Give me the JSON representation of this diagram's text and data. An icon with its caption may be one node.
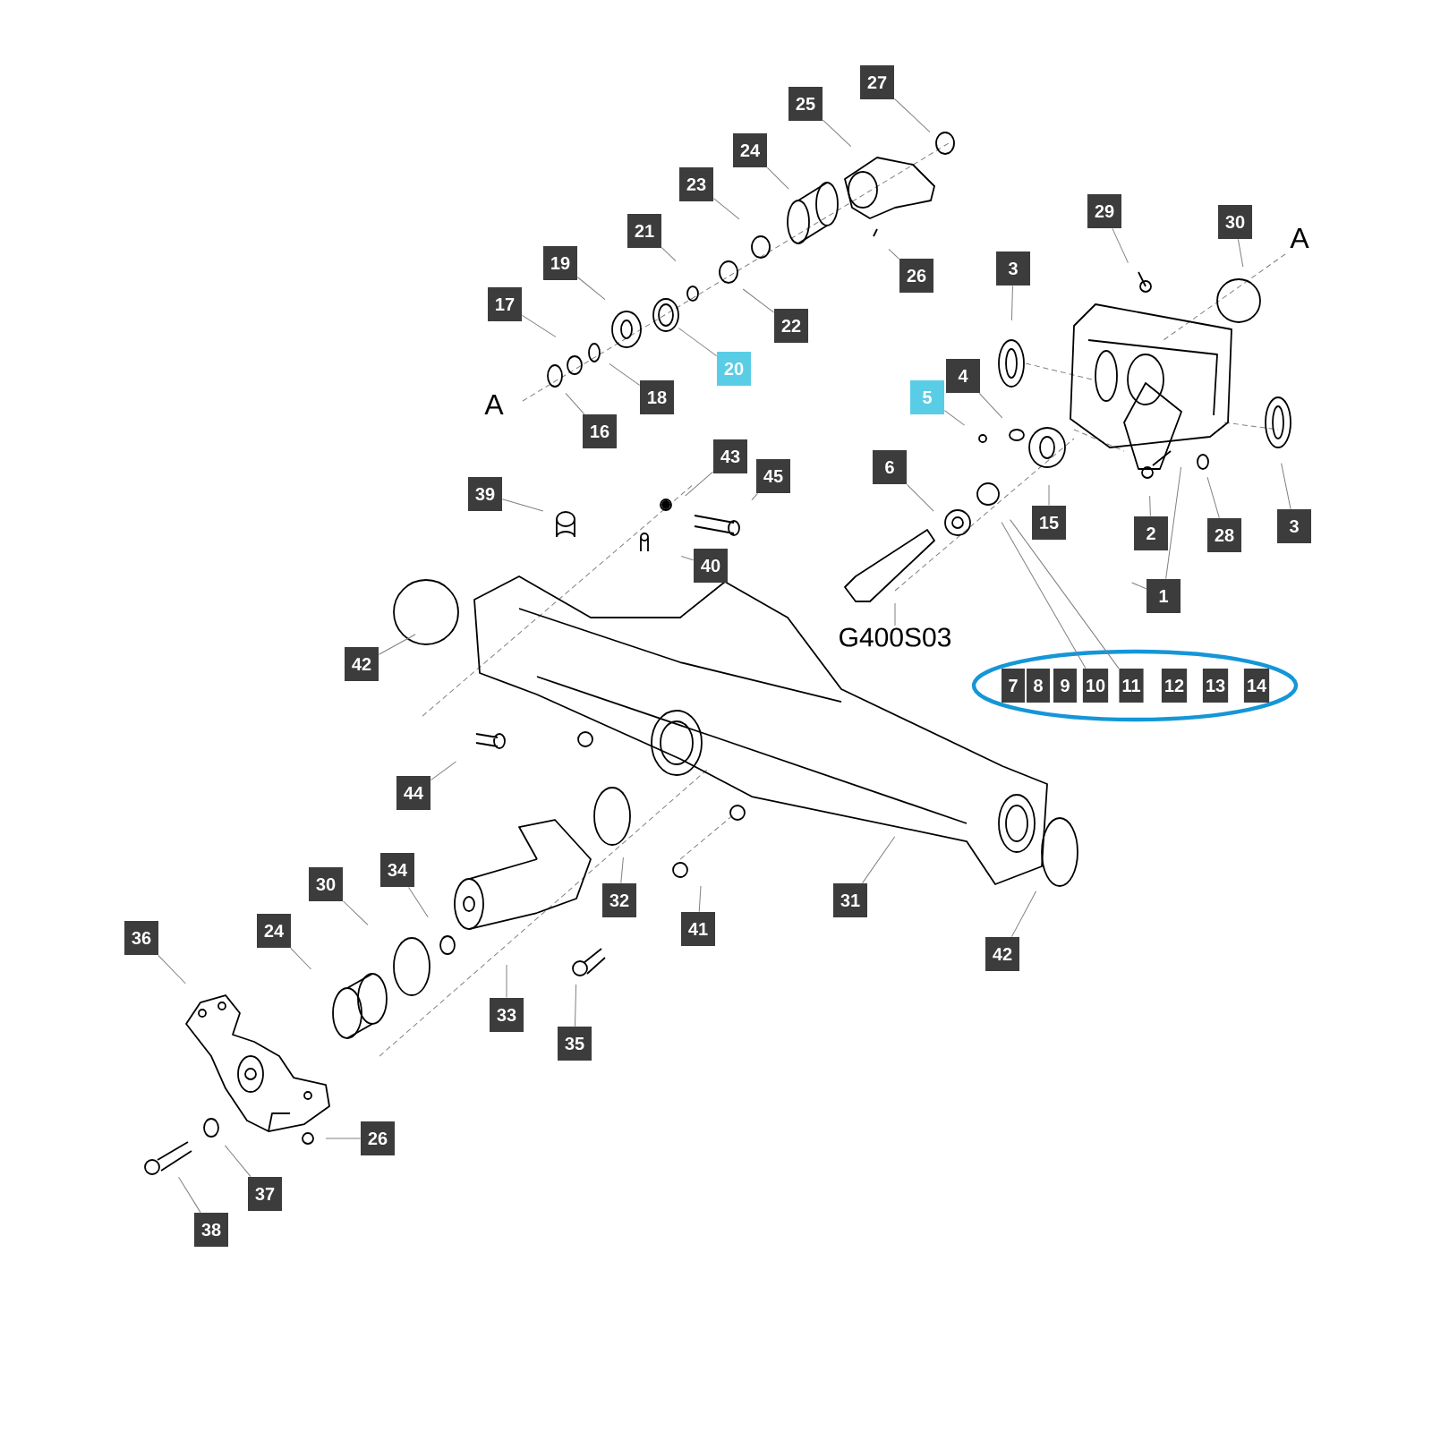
{
  "diagram": {
    "nodes": [
      {
        "text": [
          "27"
        ]
      },
      {
        "text": [
          "25"
        ]
      },
      {
        "text": [
          "24"
        ]
      },
      {
        "text": [
          "23"
        ]
      },
      {
        "text": [
          "21"
        ]
      },
      {
        "text": [
          "19"
        ]
      },
      {
        "text": [
          "17"
        ]
      },
      {
        "text": [
          "16"
        ]
      },
      {
        "text": [
          "18"
        ]
      },
      {
        "text": [
          "20"
        ]
      },
      {
        "text": [
          "22"
        ]
      },
      {
        "text": [
          "26"
        ]
      },
      {
        "text": [
          "29"
        ]
      },
      {
        "text": [
          "30"
        ]
      },
      {
        "text": [
          "3"
        ]
      },
      {
        "text": [
          "4"
        ]
      },
      {
        "text": [
          "5"
        ]
      },
      {
        "text": [
          "3"
        ]
      },
      {
        "text": [
          "6"
        ]
      },
      {
        "text": [
          "15"
        ]
      },
      {
        "text": [
          "2"
        ]
      },
      {
        "text": [
          "28"
        ]
      },
      {
        "text": [
          "1"
        ]
      },
      {
        "text": [
          "43"
        ]
      },
      {
        "text": [
          "45"
        ]
      },
      {
        "text": [
          "39"
        ]
      },
      {
        "text": [
          "40"
        ]
      },
      {
        "text": [
          "G400S03"
        ]
      },
      {
        "text": [
          "42"
        ]
      },
      {
        "text": [
          "7"
        ]
      },
      {
        "text": [
          "8"
        ]
      },
      {
        "text": [
          "9"
        ]
      },
      {
        "text": [
          "10"
        ]
      },
      {
        "text": [
          "11"
        ]
      },
      {
        "text": [
          "12"
        ]
      },
      {
        "text": [
          "13"
        ]
      },
      {
        "text": [
          "14"
        ]
      },
      {
        "text": [
          "44"
        ]
      },
      {
        "text": [
          "30"
        ]
      },
      {
        "text": [
          "34"
        ]
      },
      {
        "text": [
          "24"
        ]
      },
      {
        "text": [
          "36"
        ]
      },
      {
        "text": [
          "32"
        ]
      },
      {
        "text": [
          "41"
        ]
      },
      {
        "text": [
          "31"
        ]
      },
      {
        "text": [
          "42"
        ]
      },
      {
        "text": [
          "33"
        ]
      },
      {
        "text": [
          "35"
        ]
      },
      {
        "text": [
          "26"
        ]
      },
      {
        "text": [
          "37"
        ]
      },
      {
        "text": [
          "38"
        ]
      }
    ],
    "edges": [
      {
        "from": 0,
        "to": null,
        "arrow": "none"
      },
      {
        "from": 1,
        "to": null,
        "arrow": "none"
      },
      {
        "from": 2,
        "to": null,
        "arrow": "none"
      },
      {
        "from": 3,
        "to": null,
        "arrow": "none"
      },
      {
        "from": 4,
        "to": null,
        "arrow": "none"
      },
      {
        "from": 5,
        "to": null,
        "arrow": "none"
      },
      {
        "from": 6,
        "to": null,
        "arrow": "none"
      },
      {
        "from": 7,
        "to": null,
        "arrow": "none"
      },
      {
        "from": 8,
        "to": null,
        "arrow": "none"
      },
      {
        "from": 9,
        "to": null,
        "arrow": "none"
      },
      {
        "from": 10,
        "to": null,
        "arrow": "none"
      },
      {
        "from": 11,
        "to": null,
        "arrow": "none"
      },
      {
        "from": 12,
        "to": null,
        "arrow": "none"
      },
      {
        "from": 13,
        "to": null,
        "arrow": "none"
      },
      {
        "from": 14,
        "to": null,
        "arrow": "none"
      },
      {
        "from": 15,
        "to": null,
        "arrow": "none"
      },
      {
        "from": 16,
        "to": null,
        "arrow": "none"
      },
      {
        "from": 17,
        "to": null,
        "arrow": "none"
      },
      {
        "from": 18,
        "to": null,
        "arrow": "none"
      },
      {
        "from": 19,
        "to": null,
        "arrow": "none"
      },
      {
        "from": 20,
        "to": null,
        "arrow": "none"
      },
      {
        "from": 21,
        "to": null,
        "arrow": "none"
      },
      {
        "from": 22,
        "to": null,
        "arrow": "none"
      },
      {
        "from": 22,
        "to": null,
        "arrow": "none"
      },
      {
        "from": 23,
        "to": null,
        "arrow": "none"
      },
      {
        "from": 24,
        "to": null,
        "arrow": "none"
      },
      {
        "from": 25,
        "to": null,
        "arrow": "none"
      },
      {
        "from": 26,
        "to": null,
        "arrow": "none"
      },
      {
        "from": 27,
        "to": null,
        "arrow": "none"
      },
      {
        "from": 28,
        "to": null,
        "arrow": "none"
      },
      {
        "from": 32,
        "to": null,
        "arrow": "none"
      },
      {
        "from": 33,
        "to": null,
        "arrow": "none"
      },
      {
        "from": 37,
        "to": null,
        "arrow": "none"
      },
      {
        "from": 38,
        "to": null,
        "arrow": "none"
      },
      {
        "from": 39,
        "to": null,
        "arrow": "none"
      },
      {
        "from": 40,
        "to": null,
        "arrow": "none"
      },
      {
        "from": 41,
        "to": null,
        "arrow": "none"
      },
      {
        "from": 42,
        "to": null,
        "arrow": "none"
      },
      {
        "from": 43,
        "to": null,
        "arrow": "none"
      },
      {
        "from": 44,
        "to": null,
        "arrow": "none"
      },
      {
        "from": 45,
        "to": null,
        "arrow": "none"
      },
      {
        "from": 46,
        "to": null,
        "arrow": "none"
      },
      {
        "from": 47,
        "to": null,
        "arrow": "none"
      },
      {
        "from": 48,
        "to": null,
        "arrow": "none"
      },
      {
        "from": 49,
        "to": null,
        "arrow": "none"
      },
      {
        "from": 50,
        "to": null,
        "arrow": "none"
      }
    ],
    "labels": [
      "A",
      "A"
    ]
  }
}
